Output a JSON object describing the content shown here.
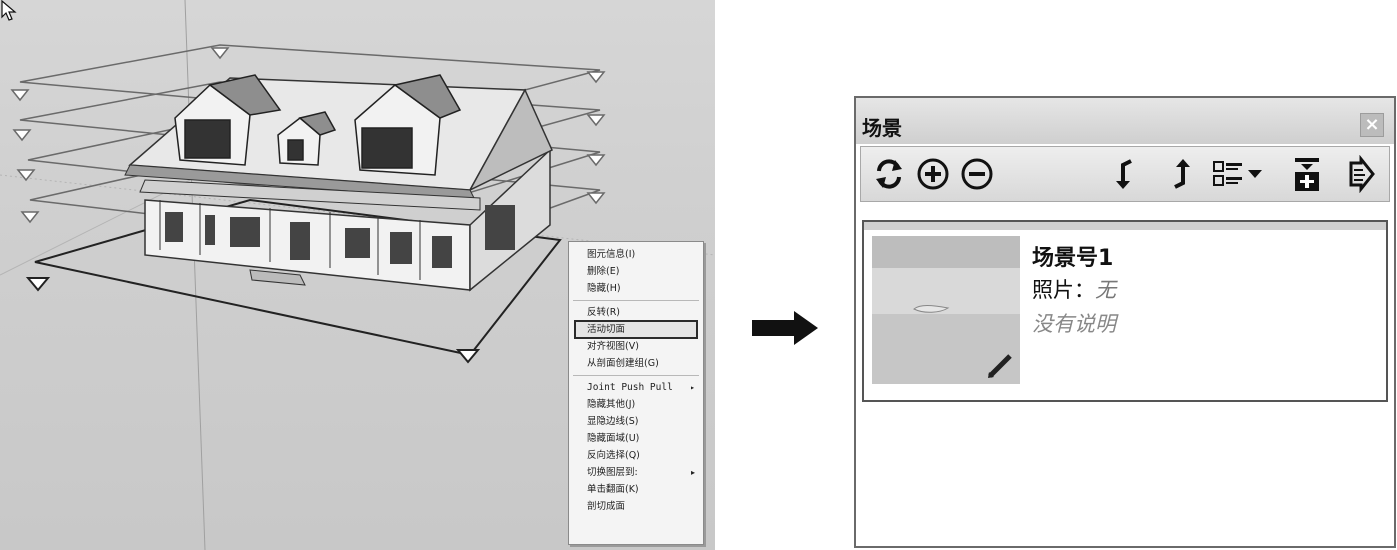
{
  "context_menu": {
    "items": [
      {
        "label": "图元信息(I)"
      },
      {
        "label": "删除(E)"
      },
      {
        "label": "隐藏(H)"
      },
      {
        "separator": true
      },
      {
        "label": "反转(R)"
      },
      {
        "label": "活动切面",
        "highlighted": true
      },
      {
        "label": "对齐视图(V)"
      },
      {
        "label": "从剖面创建组(G)"
      },
      {
        "separator": true
      },
      {
        "label": "Joint Push Pull",
        "submenu": true
      },
      {
        "label": "隐藏其他(J)"
      },
      {
        "label": "显隐边线(S)"
      },
      {
        "label": "隐藏面域(U)"
      },
      {
        "label": "反向选择(Q)"
      },
      {
        "label": "切换图层到:",
        "submenu": true
      },
      {
        "label": "单击翻面(K)"
      },
      {
        "label": "剖切成面"
      }
    ]
  },
  "scenes_panel": {
    "title": "场景",
    "close_icon": "close-icon",
    "toolbar": [
      {
        "icon": "refresh-icon"
      },
      {
        "icon": "add-scene-icon"
      },
      {
        "icon": "remove-scene-icon"
      },
      {
        "icon": "move-down-icon"
      },
      {
        "icon": "move-up-icon"
      },
      {
        "icon": "view-options-icon"
      },
      {
        "icon": "scene-details-icon"
      },
      {
        "icon": "export-icon"
      }
    ],
    "scene": {
      "name": "场景号1",
      "photo_label": "照片：",
      "photo_value": "无",
      "description": "没有说明"
    }
  },
  "colors": {
    "viewport_bg": "#cfcfcf",
    "panel_border": "#555555",
    "arrow": "#111111"
  }
}
